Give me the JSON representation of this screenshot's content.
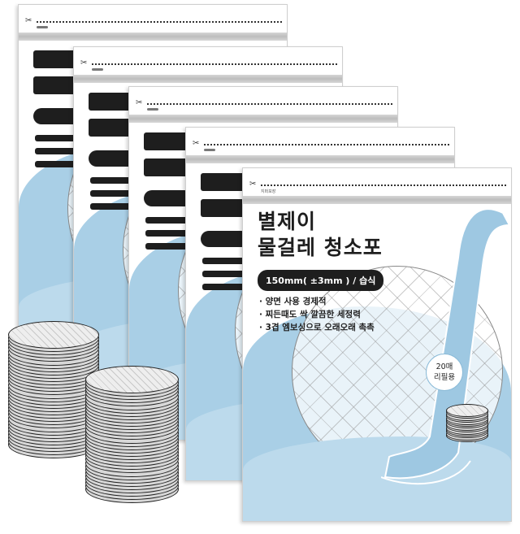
{
  "package": {
    "zipper_label": "지퍼포장",
    "title_line1": "별제이",
    "title_line2": "물걸레 청소포",
    "spec": "150mm( ±3mm ) / 습식",
    "bullets": [
      "· 양면 사용 경제적",
      "· 찌든때도 싹 깔끔한 세정력",
      "· 3겹 엠보싱으로 오래오래 촉촉"
    ],
    "badge_line1": "20매",
    "badge_line2": "리필용"
  },
  "colors": {
    "accent_blue": "#a9cfe6",
    "text_dark": "#1e1e1e"
  },
  "icons": [
    "scissors-icon"
  ]
}
